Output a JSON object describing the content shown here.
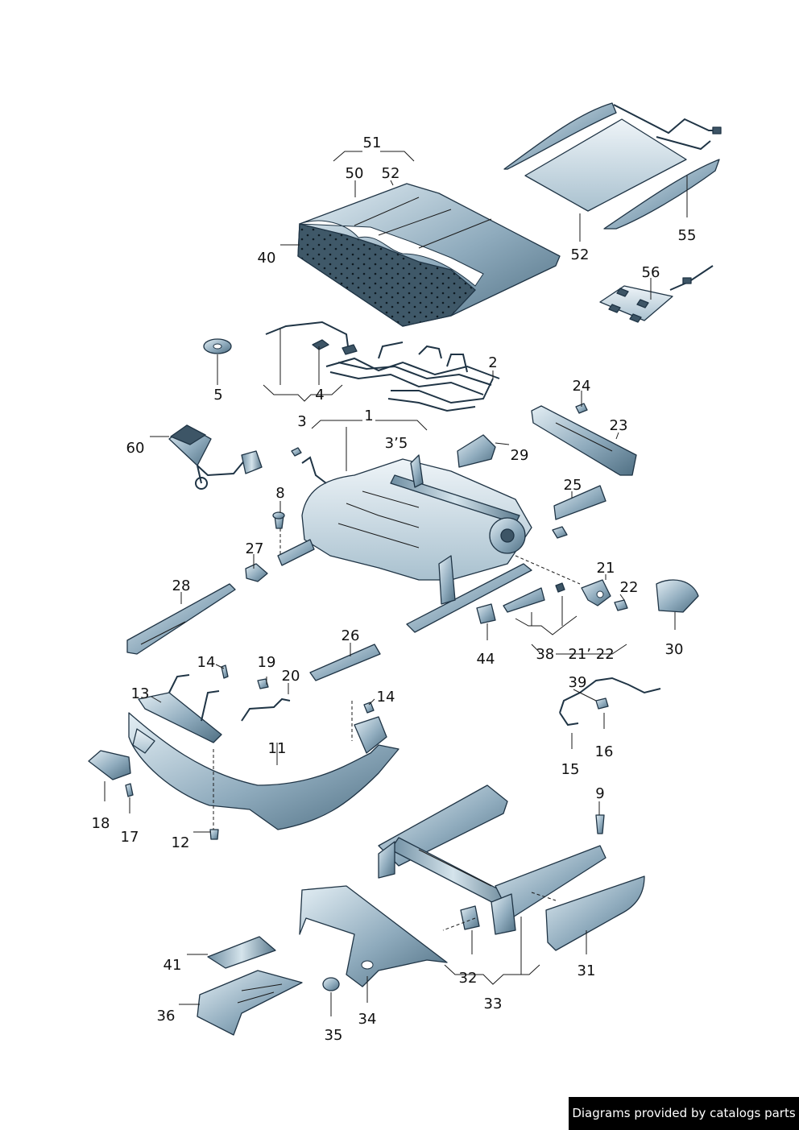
{
  "callouts": {
    "c51": "51",
    "c50": "50",
    "c52a": "52",
    "c40": "40",
    "c52b": "52",
    "c55": "55",
    "c56": "56",
    "c5": "5",
    "c4": "4",
    "c2": "2",
    "c3": "3",
    "c1": "1",
    "c3_5": "3’5",
    "c24": "24",
    "c23": "23",
    "c60": "60",
    "c29": "29",
    "c8": "8",
    "c25": "25",
    "c27": "27",
    "c21": "21",
    "c22": "22",
    "c28": "28",
    "c30": "30",
    "c44": "44",
    "c38_21_22": "38   21’ 22",
    "c26": "26",
    "c14a": "14",
    "c19": "19",
    "c20": "20",
    "c13": "13",
    "c14b": "14",
    "c39": "39",
    "c16": "16",
    "c15": "15",
    "c11": "11",
    "c9": "9",
    "c18": "18",
    "c17": "17",
    "c12": "12",
    "c41": "41",
    "c32": "32",
    "c31": "31",
    "c33": "33",
    "c36": "36",
    "c34": "34",
    "c35": "35"
  },
  "footer": {
    "credit": "Diagrams provided by catalogs parts"
  },
  "colors": {
    "steel_light": "#d7e6ee",
    "steel_dark": "#4f6f83",
    "line": "#1f3445"
  }
}
